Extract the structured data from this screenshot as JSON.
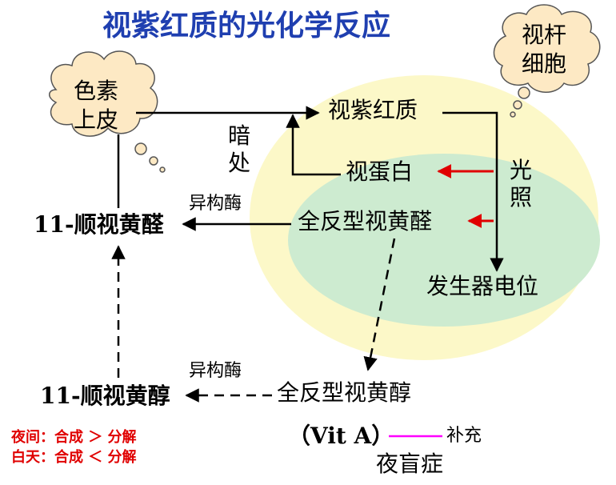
{
  "title": "视紫红质的光化学反应",
  "clouds": {
    "pigment_epithelium": [
      "色素",
      "上皮"
    ],
    "rod_cell": [
      "视杆",
      "细胞"
    ]
  },
  "nodes": {
    "rhodopsin": "视紫红质",
    "opsin": "视蛋白",
    "all_trans_retinal": "全反型视黄醛",
    "cis_retinal": "11-顺视黄醛",
    "potential": "发生器电位",
    "all_trans_retinol": "全反型视黄醇",
    "cis_retinol": "11-顺视黄醇"
  },
  "edge_labels": {
    "dark": [
      "暗",
      "处"
    ],
    "light": [
      "光",
      "照"
    ],
    "isomerase_1": "异构酶",
    "isomerase_2": "异构酶"
  },
  "vitamin": {
    "label": "（Vit A）",
    "supplement": "补充",
    "disease": "夜盲症"
  },
  "notes": {
    "night": "夜间：合成 ＞ 分解",
    "day": "白天：合成 ＜ 分解"
  },
  "colors": {
    "title": "#1f3fb0",
    "outer_ellipse": "#fcf8c8",
    "inner_ellipse": "#cdebd0",
    "cloud_fill": "#fde9c4",
    "red_arrow": "#e00000",
    "magenta_line": "#ff00ff"
  }
}
